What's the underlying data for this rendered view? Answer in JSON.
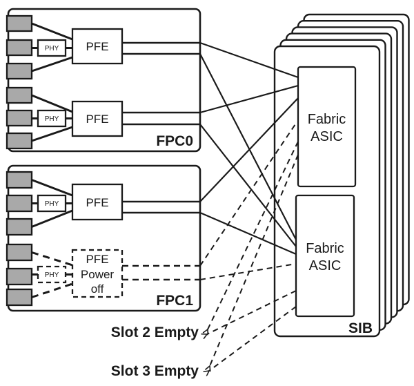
{
  "colors": {
    "port_fill": "#a9a9a9",
    "line": "#1a1a1a",
    "bg": "#ffffff"
  },
  "fpc0": {
    "label": "FPC0",
    "pfe_top_label": "PFE",
    "pfe_bottom_label": "PFE",
    "phy_top_label": "PHY",
    "phy_bottom_label": "PHY"
  },
  "fpc1": {
    "label": "FPC1",
    "pfe_top_label": "PFE",
    "phy_top_label": "PHY",
    "phy_off_label": "PHY",
    "pfe_off": {
      "line1": "PFE",
      "line2": "Power",
      "line3": "off"
    }
  },
  "sib": {
    "label": "SIB",
    "asic_top": {
      "line1": "Fabric",
      "line2": "ASIC"
    },
    "asic_bottom": {
      "line1": "Fabric",
      "line2": "ASIC"
    }
  },
  "annotations": {
    "slot2": "Slot 2 Empty",
    "slot3": "Slot 3 Empty"
  }
}
